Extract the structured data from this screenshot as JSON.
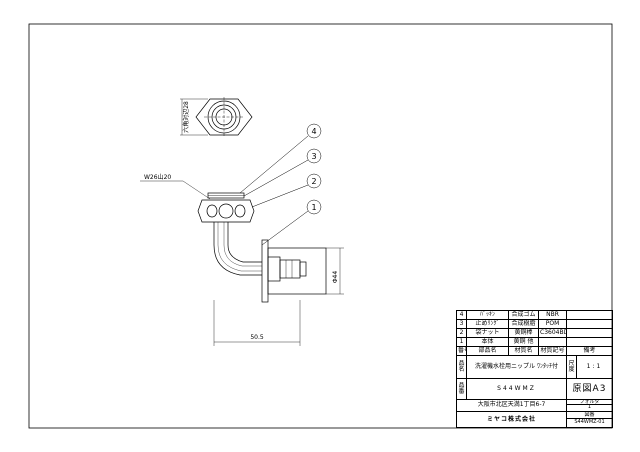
{
  "drawing": {
    "labels": {
      "hex_dimension": "六角対辺28",
      "thread": "W26山20",
      "length_dimension": "50.5",
      "diameter_dimension": "Φ44"
    },
    "balloons": [
      "4",
      "3",
      "2",
      "1"
    ]
  },
  "parts_list": [
    {
      "no": "4",
      "name": "ﾊﾟｯｷﾝ",
      "material": "合成ゴム",
      "code": "NBR"
    },
    {
      "no": "3",
      "name": "止めﾘﾝｸﾞ",
      "material": "合成樹脂",
      "code": "POM"
    },
    {
      "no": "2",
      "name": "袋ナット",
      "material": "黄銅棒",
      "code": "C3604BD"
    },
    {
      "no": "1",
      "name": "本体",
      "material": "黄銅 他",
      "code": ""
    }
  ],
  "header": {
    "no": "番号",
    "name": "部品名",
    "material": "材質名",
    "code": "材質記号",
    "remarks": "備考"
  },
  "title_block": {
    "name_label": "品名",
    "product_name": "洗濯機水栓用ニップル ﾜﾝﾀｯﾁ付",
    "scale_label": "尺度",
    "scale": "1:1",
    "code_label": "品番",
    "product_code": "S44WMZ",
    "drawing_type": "原図A3",
    "address": "大阪市北区天満1丁目6-7",
    "company": "ミヤコ株式会社",
    "folder_label": "フォルダ",
    "folder": "1",
    "drawing_no_label": "図番",
    "drawing_no": "S44WMZ-01"
  }
}
